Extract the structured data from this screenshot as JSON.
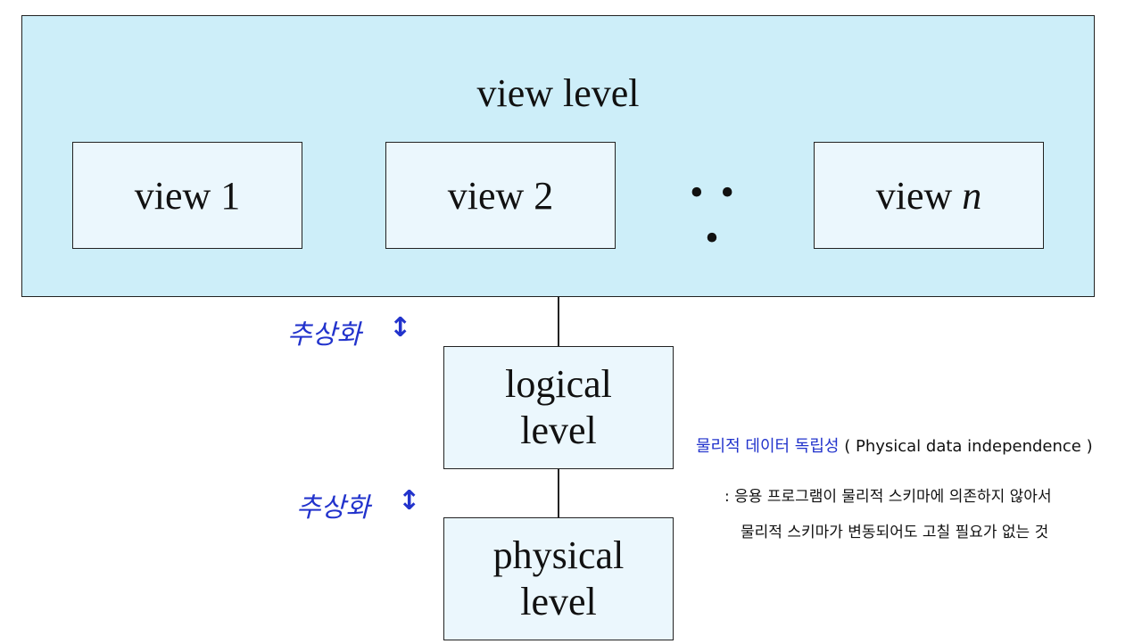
{
  "view_level": {
    "title": "view level",
    "views": [
      "view 1",
      "view 2",
      "view"
    ],
    "view_n_var": "n",
    "ellipsis": "• • •"
  },
  "logical_level": {
    "line1": "logical",
    "line2": "level"
  },
  "physical_level": {
    "line1": "physical",
    "line2": "level"
  },
  "annotations": {
    "abstraction_label": "추상화",
    "arrow_glyph": "↕",
    "independence_title_ko": "물리적 데이터 독립성",
    "independence_title_en": "( Physical data independence )",
    "independence_desc_line1": ": 응용 프로그램이 물리적 스키마에 의존하지 않아서",
    "independence_desc_line2": "물리적 스키마가 변동되어도 고칠 필요가 없는 것"
  },
  "colors": {
    "view_level_fill": "#cdeef9",
    "box_fill": "#ebf7fd",
    "annotation_blue": "#2233cc"
  }
}
